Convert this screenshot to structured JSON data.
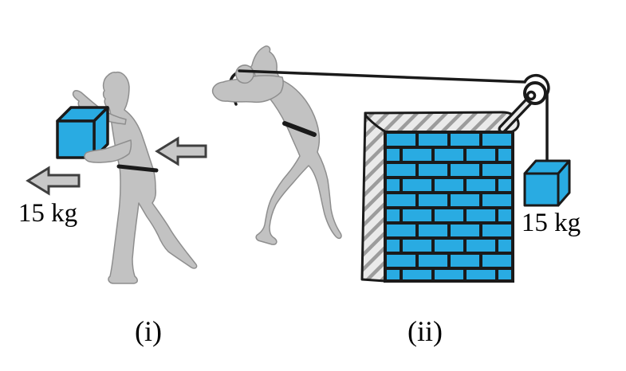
{
  "colors": {
    "background": "#FFFFFF",
    "box-blue": "#29ABE2",
    "body-gray": "#C2C2C2",
    "body-outline": "#8E8E8E",
    "line-black": "#1A1A1A",
    "arrow-fill": "#C8C8C8",
    "arrow-outline": "#3F3F3F",
    "wall-face-gray": "#EAEAEA",
    "hatch-gray": "#9C9C9C"
  },
  "scene_i": {
    "caption": "(i)",
    "weight_label": "15 kg"
  },
  "scene_ii": {
    "caption": "(ii)",
    "weight_label": "15 kg"
  }
}
